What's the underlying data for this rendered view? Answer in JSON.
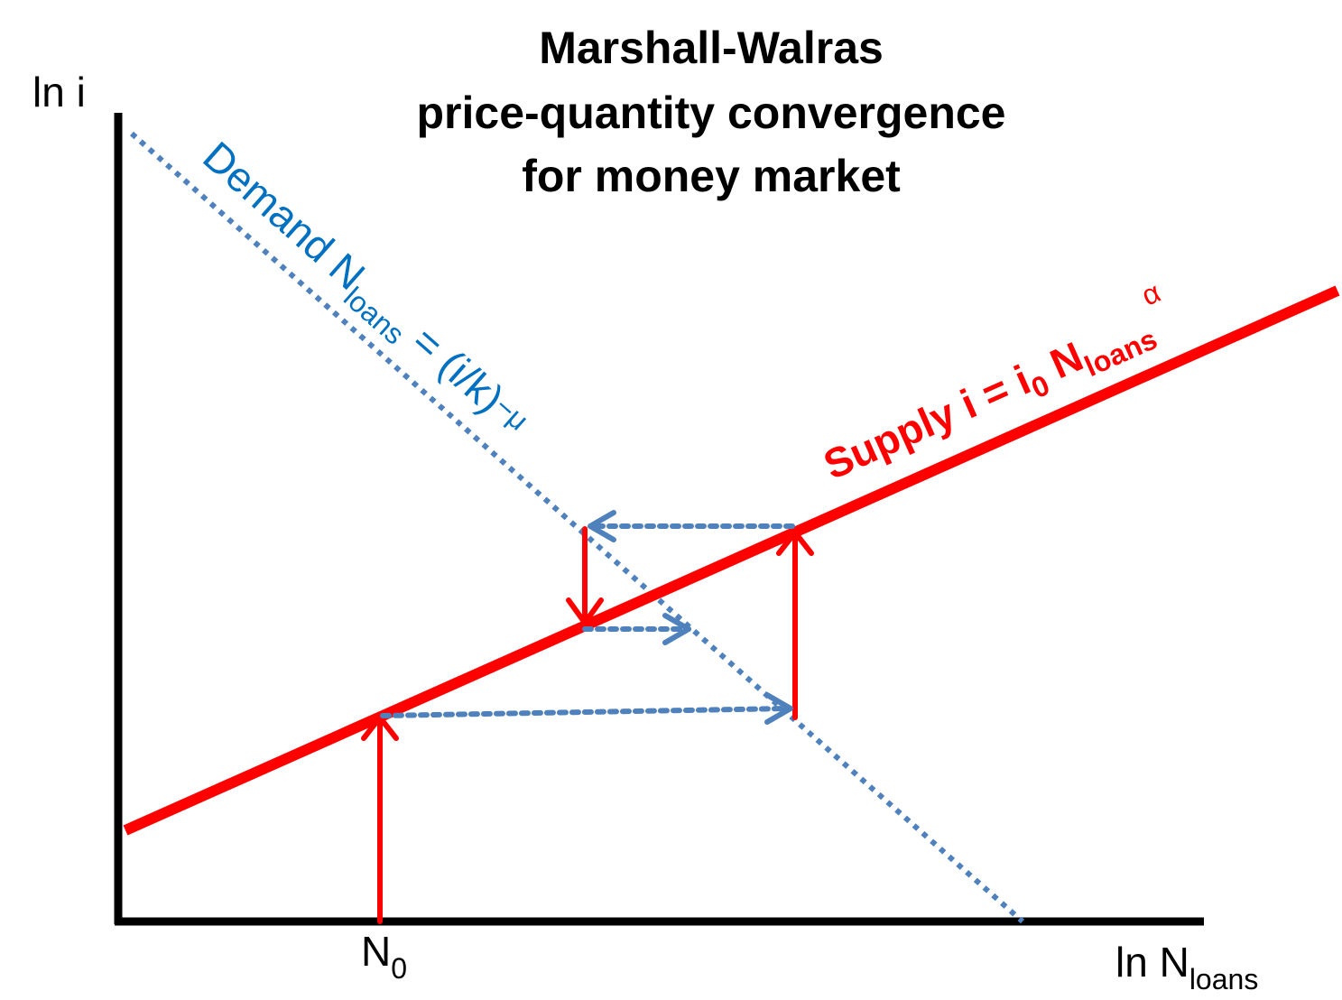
{
  "title": {
    "line1": "Marshall-Walras",
    "line2": "price-quantity convergence",
    "line3": "for money market"
  },
  "axes": {
    "y_label": "ln i",
    "x_label_main": "ln N",
    "x_label_sub": "loans",
    "x_tick_main": "N",
    "x_tick_sub": "0"
  },
  "demand": {
    "label_pre": "Demand N",
    "label_sub": "loans",
    "label_post": " = (i/k)",
    "label_sup": "−μ"
  },
  "supply": {
    "label_pre": "Supply i = i",
    "label_sub1": "0",
    "label_mid": " N",
    "label_sub2": "loans",
    "label_sup": "α"
  },
  "colors": {
    "axis": "#000000",
    "supply": "#ff0000",
    "demand": "#4f81bd",
    "demand_text": "#0070c0"
  }
}
